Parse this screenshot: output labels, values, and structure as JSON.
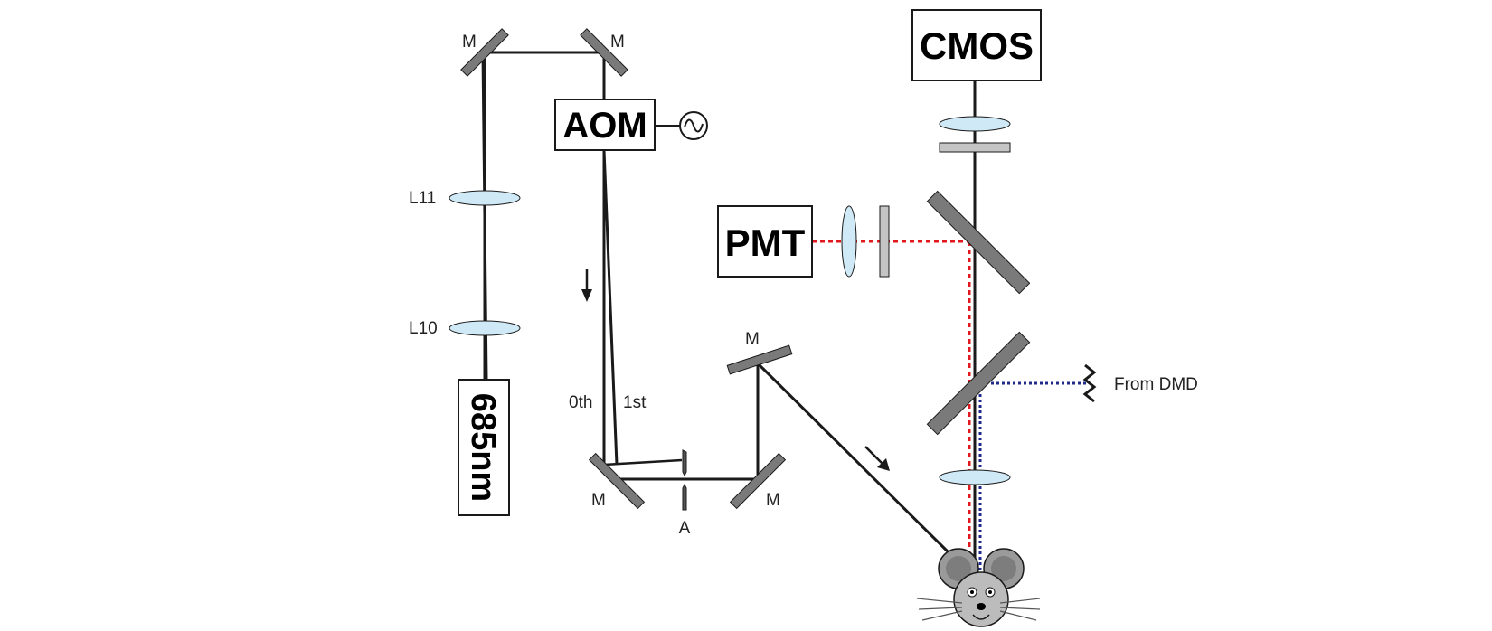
{
  "labels": {
    "mirror": "M",
    "aom": "AOM",
    "laser": "685nm",
    "lens_l11": "L11",
    "lens_l10": "L10",
    "zeroth_order": "0th",
    "first_order": "1st",
    "aperture": "A",
    "pmt": "PMT",
    "cmos": "CMOS",
    "from_dmd": "From DMD"
  },
  "colors": {
    "beam": "#1a1a1a",
    "emission_path": "#e0191e",
    "dmd_path": "#1f2a8a",
    "lens": "#cfe9f7",
    "mirror": "#7a7a7a",
    "filter": "#c4c4c4"
  },
  "icons": [
    "rf-source-icon",
    "mouse-icon",
    "arrow-icon"
  ]
}
